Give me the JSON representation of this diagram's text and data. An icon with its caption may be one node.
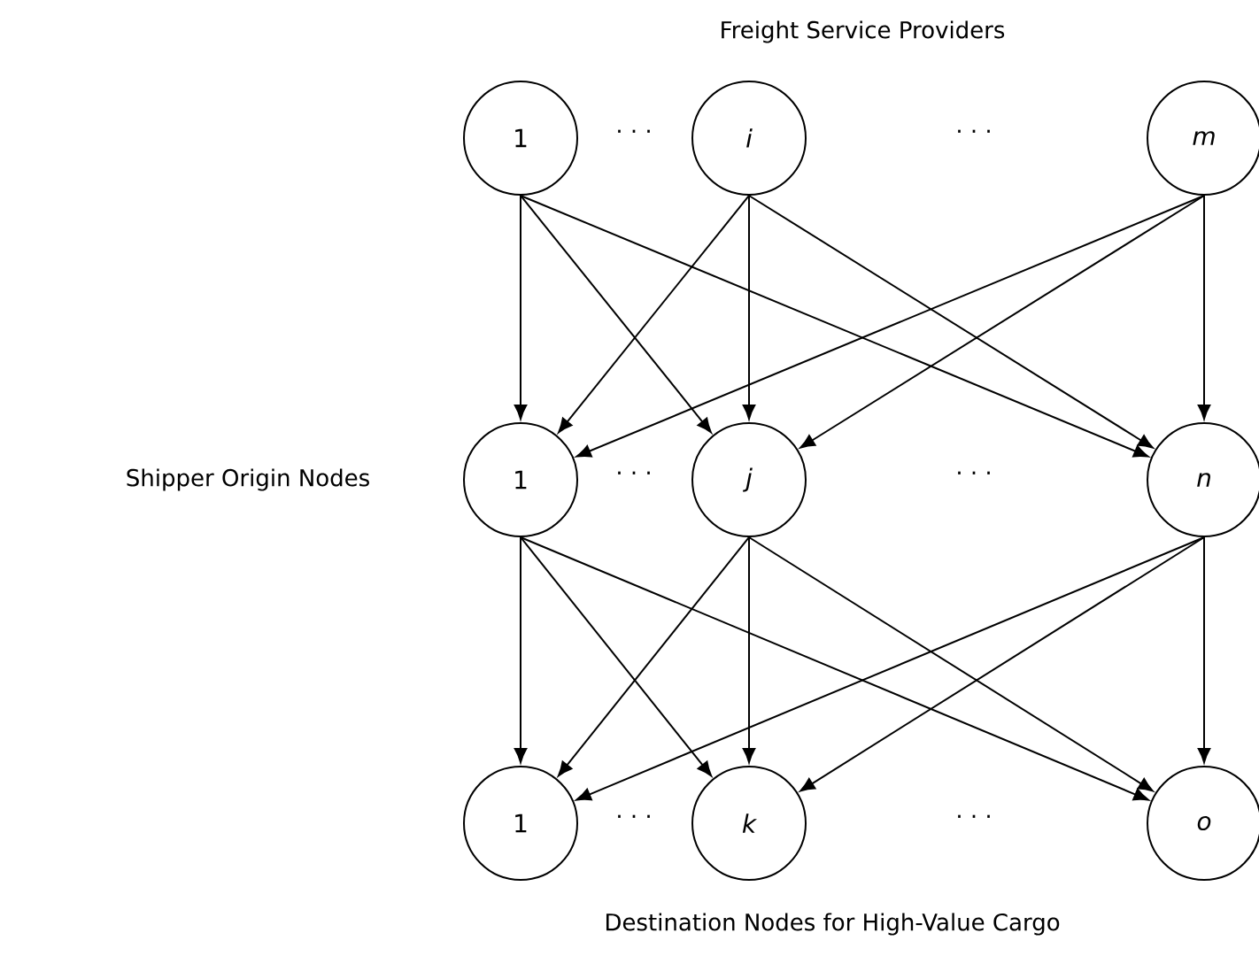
{
  "diagram": {
    "nodes": [
      {
        "text": [
          "1"
        ]
      },
      {
        "text": [
          "i"
        ]
      },
      {
        "text": [
          "m"
        ]
      },
      {
        "text": [
          "1"
        ]
      },
      {
        "text": [
          "j"
        ]
      },
      {
        "text": [
          "n"
        ]
      },
      {
        "text": [
          "1"
        ]
      },
      {
        "text": [
          "k"
        ]
      },
      {
        "text": [
          "o"
        ]
      }
    ],
    "edges": [
      {
        "from": 0,
        "to": 3,
        "arrow": "to"
      },
      {
        "from": 0,
        "to": 4,
        "arrow": "to"
      },
      {
        "from": 0,
        "to": 5,
        "arrow": "to"
      },
      {
        "from": 1,
        "to": 3,
        "arrow": "to"
      },
      {
        "from": 1,
        "to": 4,
        "arrow": "to"
      },
      {
        "from": 1,
        "to": 5,
        "arrow": "to"
      },
      {
        "from": 2,
        "to": 3,
        "arrow": "to"
      },
      {
        "from": 2,
        "to": 4,
        "arrow": "to"
      },
      {
        "from": 2,
        "to": 5,
        "arrow": "to"
      },
      {
        "from": 3,
        "to": 6,
        "arrow": "to"
      },
      {
        "from": 3,
        "to": 7,
        "arrow": "to"
      },
      {
        "from": 3,
        "to": 8,
        "arrow": "to"
      },
      {
        "from": 4,
        "to": 6,
        "arrow": "to"
      },
      {
        "from": 4,
        "to": 7,
        "arrow": "to"
      },
      {
        "from": 4,
        "to": 8,
        "arrow": "to"
      },
      {
        "from": 5,
        "to": 6,
        "arrow": "to"
      },
      {
        "from": 5,
        "to": 7,
        "arrow": "to"
      },
      {
        "from": 5,
        "to": 8,
        "arrow": "to"
      }
    ],
    "labels": [
      "Freight Service Providers",
      "· · ·",
      "· · ·",
      "Shipper Origin Nodes",
      "· · ·",
      "· · ·",
      "· · ·",
      "· · ·",
      "Destination Nodes for High-Value Cargo"
    ]
  }
}
